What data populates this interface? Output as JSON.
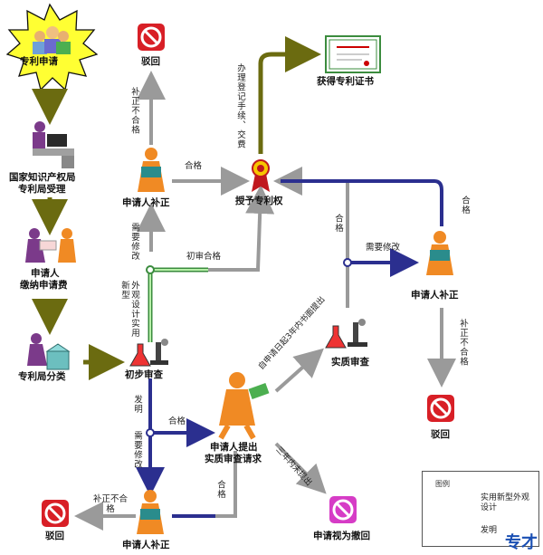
{
  "nodes": {
    "patent_application": "专利申请",
    "cnipa_acceptance_1": "国家知识产权局",
    "cnipa_acceptance_2": "专利局受理",
    "pay_fee_1": "申请人",
    "pay_fee_2": "缴纳申请费",
    "classification": "专利局分类",
    "preliminary_exam": "初步审查",
    "applicant_correction_top": "申请人补正",
    "rejected_top": "驳回",
    "grant": "授予专利权",
    "certificate": "获得专利证书",
    "substantive_exam": "实质审查",
    "applicant_correction_right": "申请人补正",
    "rejected_right": "驳回",
    "request_exam_1": "申请人提出",
    "request_exam_2": "实质审查请求",
    "applicant_correction_bottom": "申请人补正",
    "rejected_bottom": "驳回",
    "deemed_withdrawn": "申请视为撤回"
  },
  "edge_labels": {
    "correction_fail_top": "补正不合格",
    "qualified_top": "合格",
    "register_pay": "办理登记手续、交费",
    "need_modify_top": "需要修改",
    "prelim_qualified": "初审合格",
    "design_utility": "外观设计实用新型",
    "invention": "发明",
    "qualified_mid": "合格",
    "need_modify_mid": "需要修改",
    "correction_fail_bottom": "补正不合格",
    "qualified_bottom": "合格",
    "within_3yrs": "自申请日起3年内书面提出",
    "not_in_3yrs": "三年内未提出",
    "qualified_sub": "合格",
    "need_modify_right": "需要修改",
    "qualified_right": "合格",
    "correction_fail_right": "补正不合格"
  },
  "legend": {
    "title": "图例",
    "utility_design": "实用新型外观设计",
    "invention": "发明"
  },
  "watermark": "专才",
  "colors": {
    "olive": "#6b6b10",
    "green": "#4caf50",
    "navy": "#2b2f8f",
    "gray": "#9a9a9a",
    "orange": "#f08a24",
    "red": "#d81f26",
    "magenta": "#d63cc6",
    "yellow": "#ffff33"
  }
}
